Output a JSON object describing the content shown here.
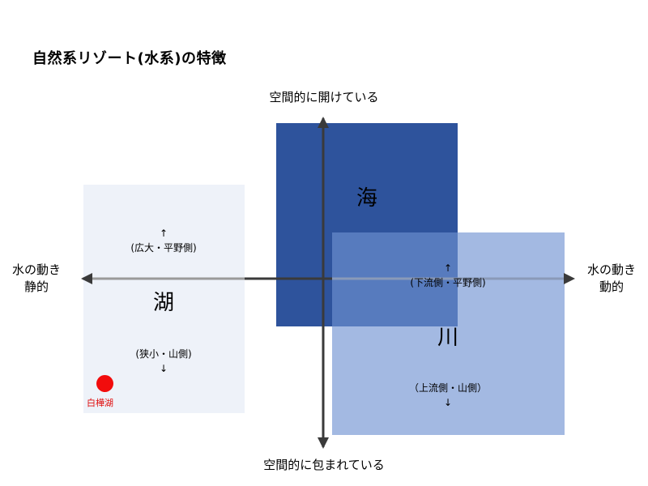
{
  "title": "自然系リゾート(水系)の特徴",
  "axis": {
    "top": "空間的に開けている",
    "bottom": "空間的に包まれている",
    "left_line1": "水の動き",
    "left_line2": "静的",
    "right_line1": "水の動き",
    "right_line2": "動的"
  },
  "lake": {
    "name": "湖",
    "upper_arrow": "↑",
    "upper_text": "(広大・平野側)",
    "lower_text": "(狭小・山側)",
    "lower_arrow": "↓",
    "marker_label": "白樺湖",
    "marker_color": "#f20c0c",
    "box_color": "#eef2f9"
  },
  "sea": {
    "name": "海",
    "box_color": "#2e539c"
  },
  "river": {
    "name": "川",
    "upper_arrow": "↑",
    "upper_text": "(下流側・平野側)",
    "lower_text": "（上流側・山側）",
    "lower_arrow": "↓",
    "box_color": "#6f92d2"
  },
  "colors": {
    "axis_dark": "#3a3a3a",
    "axis_light": "#9a9a9a"
  }
}
